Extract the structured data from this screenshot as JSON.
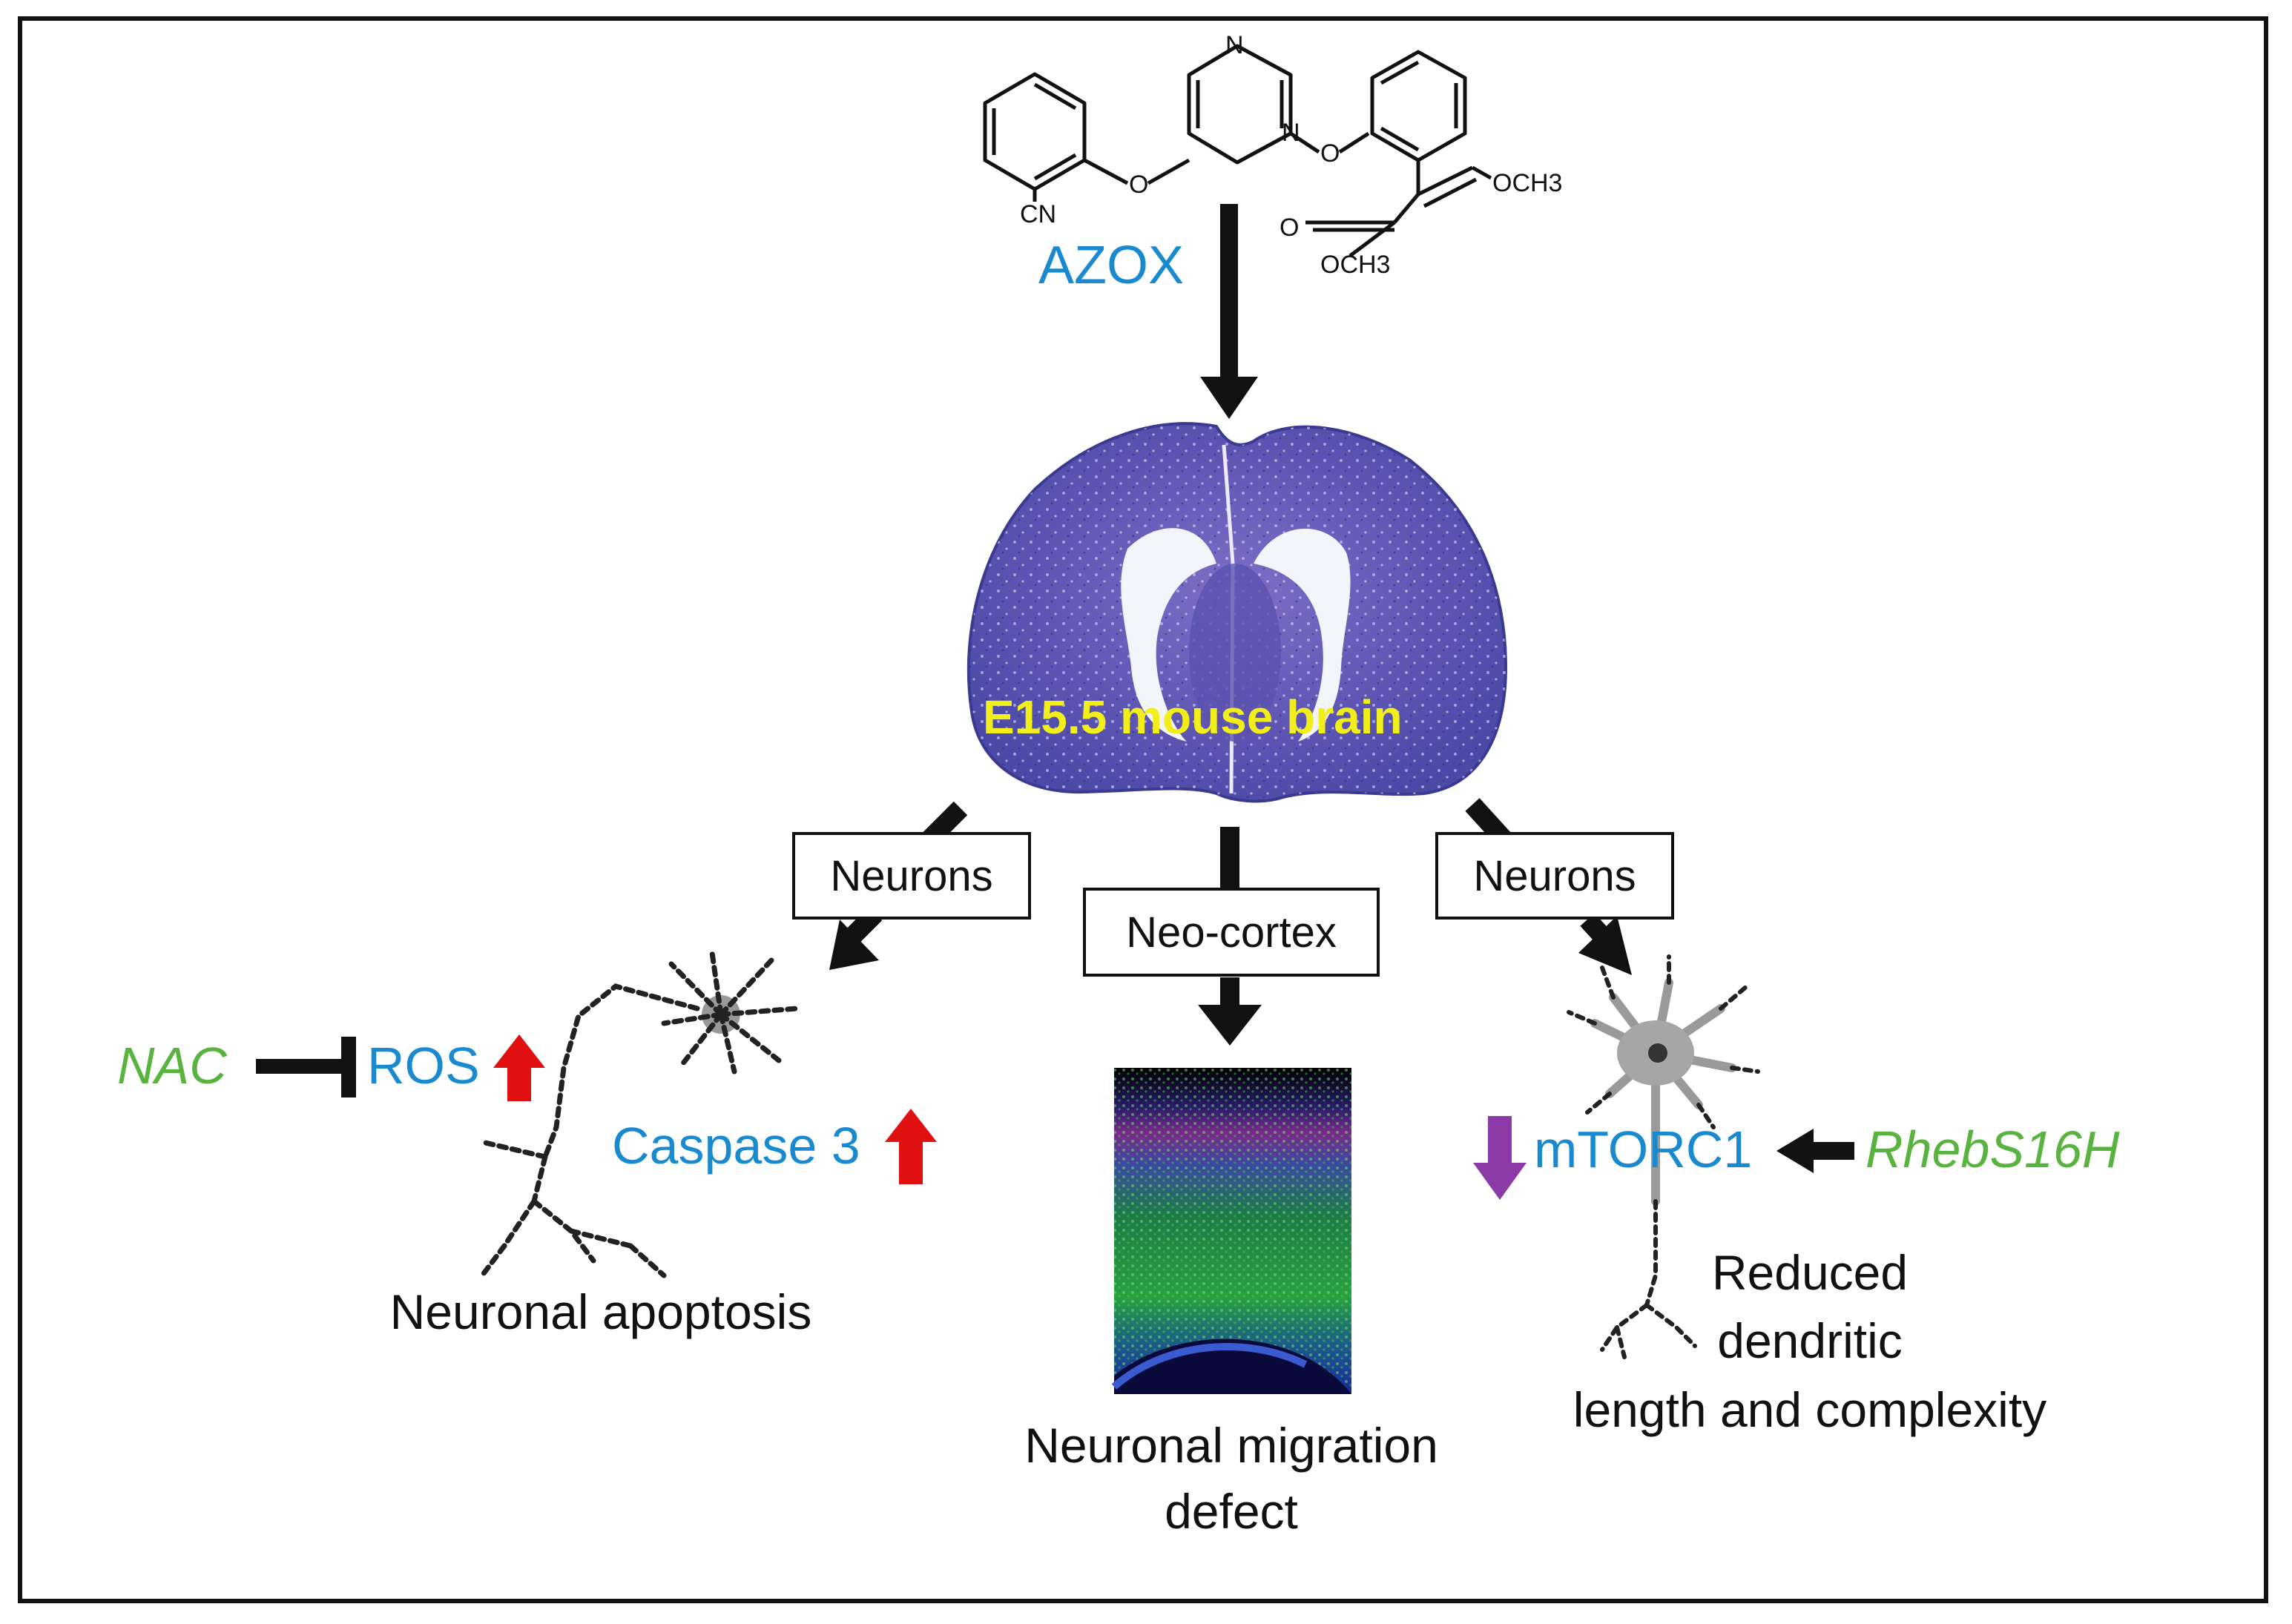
{
  "molecule": {
    "atoms": {
      "nitrile": "CN",
      "ether_o1": "O",
      "ether_o2": "O",
      "pyr_n1": "N",
      "pyr_n2": "N",
      "carbonyl_o": "O",
      "methoxy_vinyl": "OCH3",
      "methoxy_ester": "OCH3"
    }
  },
  "labels": {
    "azox": "AZOX",
    "brain": "E15.5 mouse brain",
    "neurons_left": "Neurons",
    "neocortex": "Neo-cortex",
    "neurons_right": "Neurons",
    "nac": "NAC",
    "ros": "ROS",
    "caspase": "Caspase 3",
    "mtorc1": "mTORC1",
    "rheb": "RhebS16H"
  },
  "captions": {
    "apoptosis": "Neuronal apoptosis",
    "migration_line1": "Neuronal migration",
    "migration_line2": "defect",
    "dendritic_line1": "Reduced",
    "dendritic_line2": "dendritic",
    "dendritic_line3": "length and complexity"
  },
  "colors": {
    "label_blue": "#1a8ad0",
    "label_green": "#58b33f",
    "brain_yellow": "#f2ee1a",
    "up_arrow_red": "#e01010",
    "down_arrow_purple": "#8b3aa8"
  }
}
